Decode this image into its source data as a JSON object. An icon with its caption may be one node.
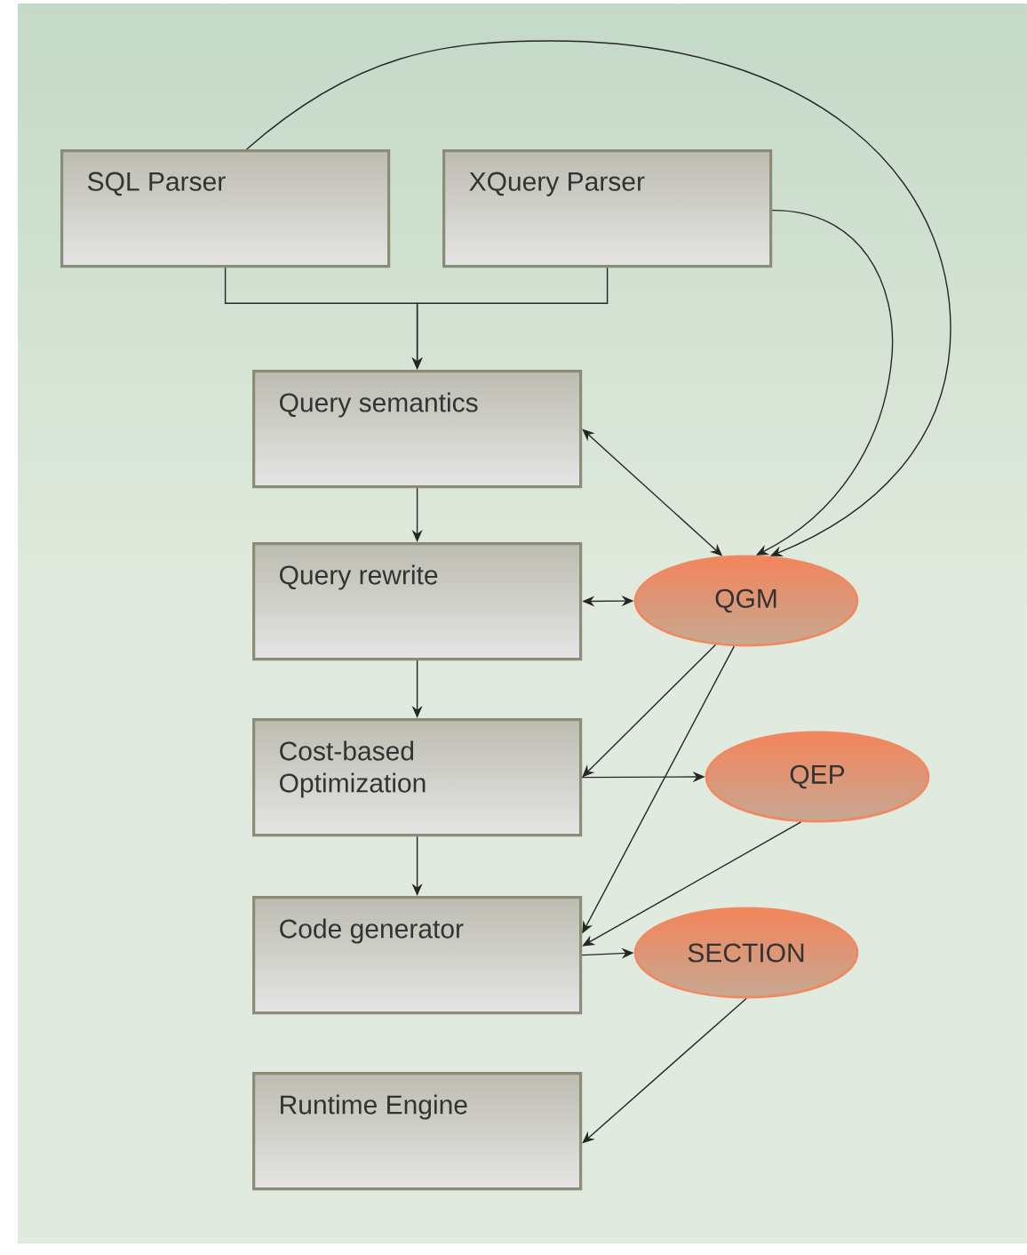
{
  "diagram": {
    "nodes": [
      {
        "text": [
          "SQL Parser"
        ]
      },
      {
        "text": [
          "XQuery Parser"
        ]
      },
      {
        "text": [
          "Query semantics"
        ]
      },
      {
        "text": [
          "Query rewrite"
        ]
      },
      {
        "text": [
          "Cost-based Optimization"
        ]
      },
      {
        "text": [
          "Code generator"
        ]
      },
      {
        "text": [
          "Runtime Engine"
        ]
      },
      {
        "text": [
          "QGM"
        ]
      },
      {
        "text": [
          "QEP"
        ]
      },
      {
        "text": [
          "SECTION"
        ]
      }
    ],
    "edges": [
      {
        "from": 0,
        "to": 2,
        "arrow": "to"
      },
      {
        "from": 1,
        "to": 2,
        "arrow": "to"
      },
      {
        "from": 2,
        "to": 3,
        "arrow": "to"
      },
      {
        "from": 3,
        "to": 4,
        "arrow": "to"
      },
      {
        "from": 4,
        "to": 5,
        "arrow": "to"
      },
      {
        "from": 0,
        "to": 7,
        "arrow": "to"
      },
      {
        "from": 1,
        "to": 7,
        "arrow": "to"
      },
      {
        "from": 7,
        "to": 2,
        "arrow": "both"
      },
      {
        "from": 3,
        "to": 7,
        "arrow": "both"
      },
      {
        "from": 7,
        "to": 4,
        "arrow": "to"
      },
      {
        "from": 7,
        "to": 5,
        "arrow": "to"
      },
      {
        "from": 4,
        "to": 8,
        "arrow": "to"
      },
      {
        "from": 8,
        "to": 5,
        "arrow": "to"
      },
      {
        "from": 5,
        "to": 9,
        "arrow": "to"
      },
      {
        "from": 9,
        "to": 6,
        "arrow": "to"
      }
    ]
  }
}
